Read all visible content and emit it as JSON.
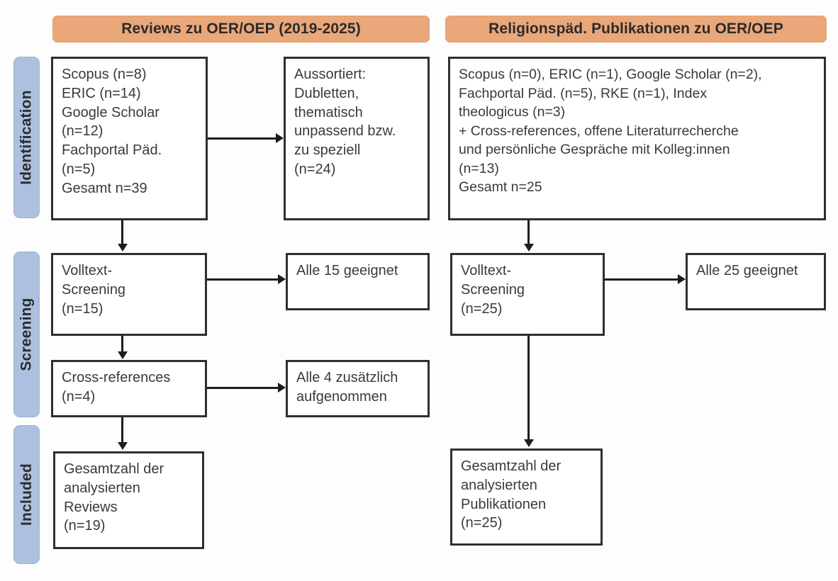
{
  "diagram": {
    "type": "prisma-flow",
    "columns": [
      {
        "id": "left",
        "title": "Reviews zu OER/OEP (2019-2025)"
      },
      {
        "id": "right",
        "title": "Religionspäd. Publikationen zu OER/OEP"
      }
    ],
    "stages": [
      {
        "id": "identification",
        "label": "Identification"
      },
      {
        "id": "screening",
        "label": "Screening"
      },
      {
        "id": "included",
        "label": "Included"
      }
    ],
    "nodes": {
      "left_identification": "Scopus (n=8)\nERIC (n=14)\nGoogle Scholar\n(n=12)\nFachportal Päd.\n(n=5)\nGesamt n=39",
      "left_excluded": "Aussortiert:\nDubletten,\nthematisch\nunpassend bzw.\nzu speziell\n(n=24)",
      "left_screening": "Volltext-\nScreening\n(n=15)",
      "left_screening_out": "Alle 15 geeignet",
      "left_crossrefs": "Cross-references\n(n=4)",
      "left_crossrefs_out": "Alle 4 zusätzlich\naufgenommen",
      "left_included": "Gesamtzahl der\nanalysierten\nReviews\n(n=19)",
      "right_identification": "Scopus (n=0), ERIC (n=1), Google Scholar (n=2),\nFachportal Päd. (n=5), RKE (n=1), Index\ntheologicus (n=3)\n+ Cross-references, offene Literaturrecherche\nund persönliche Gespräche mit Kolleg:innen\n(n=13)\nGesamt n=25",
      "right_screening": "Volltext-\nScreening\n(n=25)",
      "right_screening_out": "Alle 25 geeignet",
      "right_included": "Gesamtzahl der\nanalysierten\nPublikationen\n(n=25)"
    },
    "counts": {
      "left_scopus": 8,
      "left_eric": 14,
      "left_google_scholar": 12,
      "left_fachportal": 5,
      "left_total": 39,
      "left_excluded": 24,
      "left_fulltext_screening": 15,
      "left_crossrefs": 4,
      "left_included": 19,
      "right_scopus": 0,
      "right_eric": 1,
      "right_google_scholar": 2,
      "right_fachportal": 5,
      "right_rke": 1,
      "right_index_theologicus": 3,
      "right_other_sources": 13,
      "right_total": 25,
      "right_fulltext_screening": 25,
      "right_included": 25
    },
    "colors": {
      "header_orange": "#e9a77a",
      "stage_blue": "#adc0e0",
      "box_border": "#2f2f2f",
      "connector": "#1d1d1d",
      "text": "#3a3a3a",
      "background": "#fdfdfd"
    }
  }
}
